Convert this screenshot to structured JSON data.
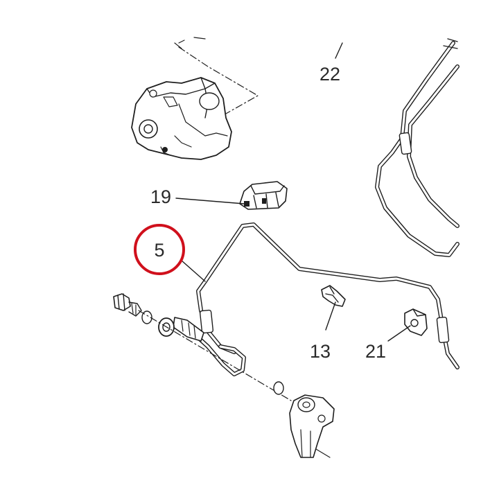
{
  "diagram": {
    "callouts": [
      {
        "id": "22",
        "label": "22"
      },
      {
        "id": "19",
        "label": "19"
      },
      {
        "id": "5",
        "label": "5",
        "highlighted": true
      },
      {
        "id": "13",
        "label": "13"
      },
      {
        "id": "21",
        "label": "21"
      }
    ],
    "highlight_color": "#d0101c",
    "line_color": "#1e1e1e"
  }
}
